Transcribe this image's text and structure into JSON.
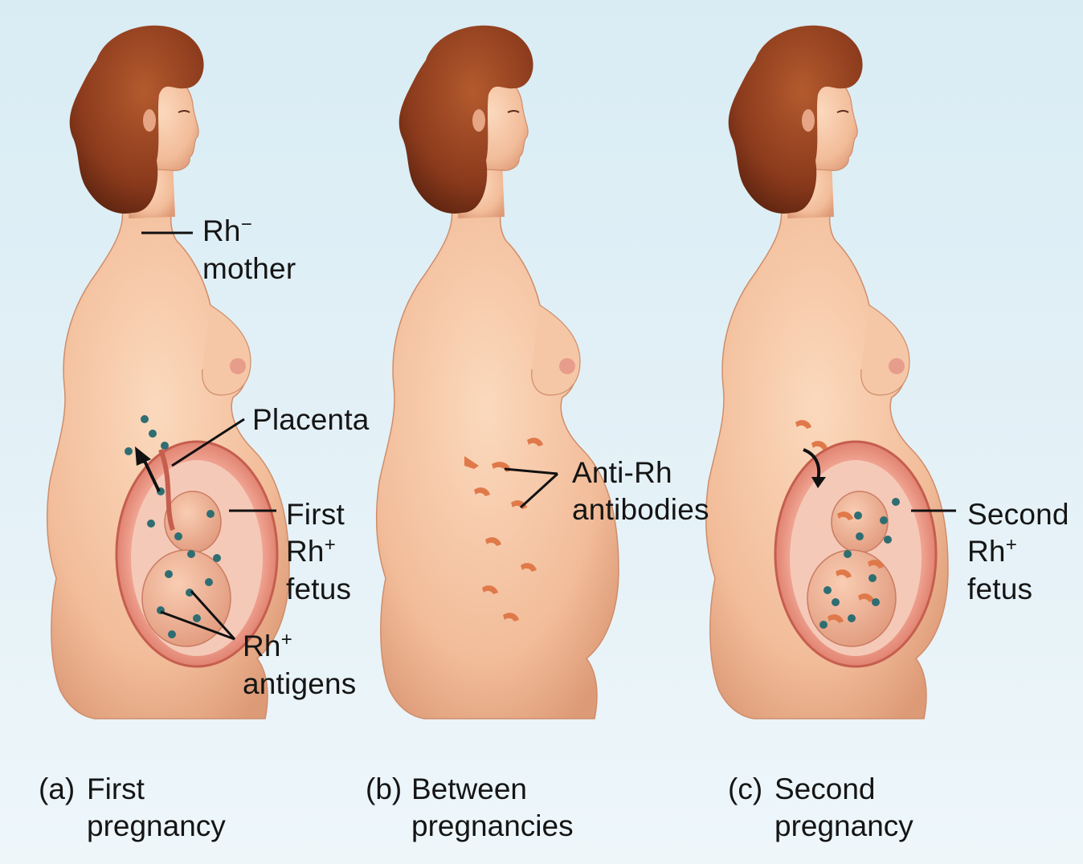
{
  "labels": {
    "rh_minus": "Rh",
    "rh_minus_sign": "−",
    "mother": "mother",
    "placenta": "Placenta",
    "first": "First",
    "rh": "Rh",
    "plus": "+",
    "fetus": "fetus",
    "antigens": "antigens",
    "anti_rh": "Anti-Rh",
    "antibodies": "antibodies",
    "second": "Second"
  },
  "panels": [
    {
      "letter": "(a)",
      "line1": "First",
      "line2": "pregnancy"
    },
    {
      "letter": "(b)",
      "line1": "Between",
      "line2": "pregnancies"
    },
    {
      "letter": "(c)",
      "line1": "Second",
      "line2": "pregnancy"
    }
  ],
  "colors": {
    "background": "#dcedf5",
    "skin": "#f3c4a2",
    "skin_shade": "#e3a07e",
    "hair": "#8a3a1c",
    "uterus": "#e88d7c",
    "antigen": "#2e6e72",
    "antibody": "#e0794a"
  }
}
